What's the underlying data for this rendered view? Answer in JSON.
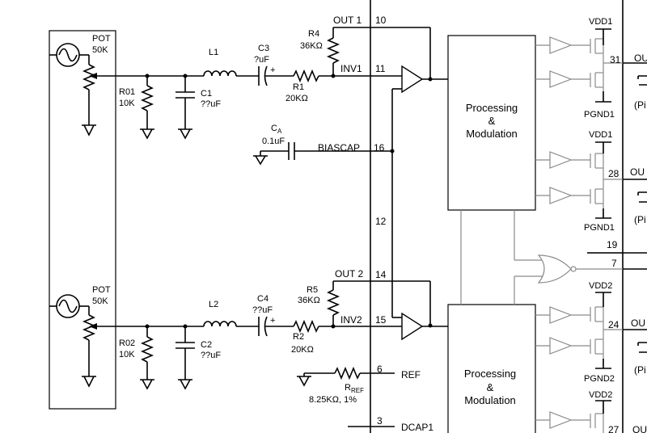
{
  "channel1": {
    "pot": "POT",
    "pot_value": "50K",
    "r_in": "R01",
    "r_in_value": "10K",
    "l": "L1",
    "c_filter": "C1",
    "c_filter_value": "??uF",
    "c_couple": "C3",
    "c_couple_value": "?uF",
    "plus": "+",
    "r_fb": "R4",
    "r_fb_value": "36KΩ",
    "r_series": "R1",
    "r_series_value": "20KΩ",
    "out_net": "OUT 1",
    "out_pin": "10",
    "inv_net": "INV1",
    "inv_pin": "11"
  },
  "channel2": {
    "pot": "POT",
    "pot_value": "50K",
    "r_in": "R02",
    "r_in_value": "10K",
    "l": "L2",
    "c_filter": "C2",
    "c_filter_value": "??uF",
    "c_couple": "C4",
    "c_couple_value": "??uF",
    "plus": "+",
    "r_fb": "R5",
    "r_fb_value": "36KΩ",
    "r_series": "R2",
    "r_series_value": "20KΩ",
    "out_net": "OUT 2",
    "out_pin": "14",
    "inv_net": "INV2",
    "inv_pin": "15"
  },
  "bias": {
    "cap": "C",
    "cap_sub": "A",
    "cap_value": "0.1uF",
    "net": "BIASCAP",
    "pin": "16",
    "ground_pin": "12"
  },
  "ref": {
    "pin": "6",
    "net": "REF",
    "res": "R",
    "res_sub": "REF",
    "res_value": "8.25KΩ, 1%"
  },
  "dcap": {
    "pin": "3",
    "net": "DCAP1"
  },
  "blocks": {
    "top": [
      "Processing",
      "&",
      "Modulation"
    ],
    "bottom": [
      "Processing",
      "&",
      "Modulation"
    ]
  },
  "power": {
    "vdd_1a": "VDD1",
    "pgnd_1a": "PGND1",
    "pin_1a": "31",
    "out_1a": "OU",
    "pinlbl_1a": "(Pi",
    "vdd_1b": "VDD1",
    "pgnd_1b": "PGND1",
    "pin_1b": "28",
    "out_1b": "OU",
    "pinlbl_1b": "(Pi",
    "pin_19": "19",
    "pin_7": "7",
    "vdd_2a": "VDD2",
    "pgnd_2a": "PGND2",
    "pin_2a": "24",
    "out_2a": "OU",
    "pinlbl_2a": "(Pi",
    "vdd_2b": "VDD2",
    "pin_2b": "27",
    "out_2b": "OU"
  }
}
